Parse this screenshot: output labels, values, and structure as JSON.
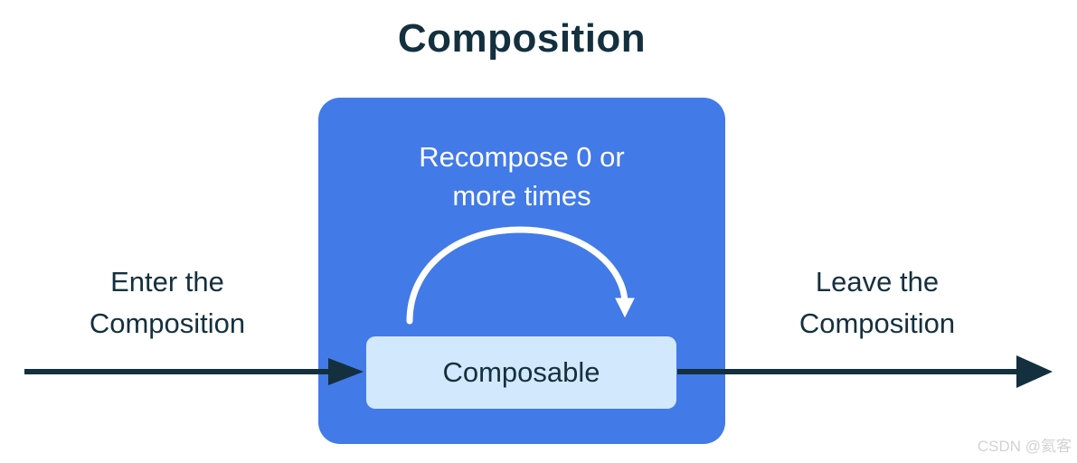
{
  "diagram": {
    "title": "Composition",
    "enter_label": {
      "line1": "Enter the",
      "line2": "Composition"
    },
    "leave_label": {
      "line1": "Leave the",
      "line2": "Composition"
    },
    "blue_box": {
      "recompose_label": {
        "line1": "Recompose 0 or",
        "line2": "more times"
      },
      "composable_label": "Composable"
    },
    "watermark": "CSDN @氦客",
    "colors": {
      "box_blue": "#427AE8",
      "composable_light_blue": "#D2E8FC",
      "text_dark": "#14303F",
      "arc_white": "#FFFFFF",
      "watermark_gray": "#D2D2D2",
      "page_bg": "#FFFFFF"
    }
  }
}
